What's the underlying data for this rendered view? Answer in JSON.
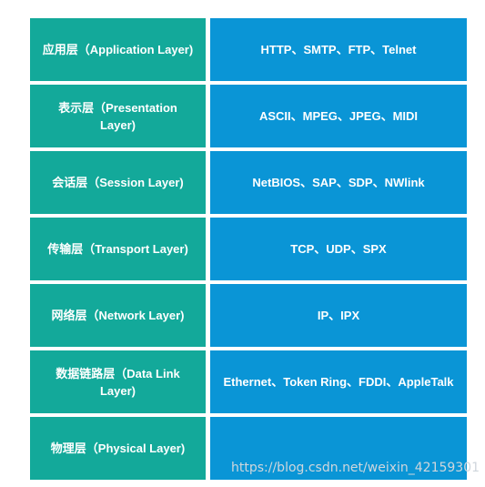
{
  "layers": [
    {
      "name": "应用层（Application Layer)",
      "protocols": "HTTP、SMTP、FTP、Telnet"
    },
    {
      "name": "表示层（Presentation Layer)",
      "protocols": "ASCII、MPEG、JPEG、MIDI"
    },
    {
      "name": "会话层（Session Layer)",
      "protocols": "NetBIOS、SAP、SDP、NWlink"
    },
    {
      "name": "传输层（Transport Layer)",
      "protocols": "TCP、UDP、SPX"
    },
    {
      "name": "网络层（Network Layer)",
      "protocols": "IP、IPX"
    },
    {
      "name": "数据链路层（Data Link Layer)",
      "protocols": "Ethernet、Token Ring、FDDI、AppleTalk"
    },
    {
      "name": "物理层（Physical Layer)",
      "protocols": ""
    }
  ],
  "watermark": "https://blog.csdn.net/weixin_42159301",
  "colors": {
    "layer_fill": "#13a99a",
    "protocol_fill": "#0a95d6",
    "text": "#ffffff"
  }
}
